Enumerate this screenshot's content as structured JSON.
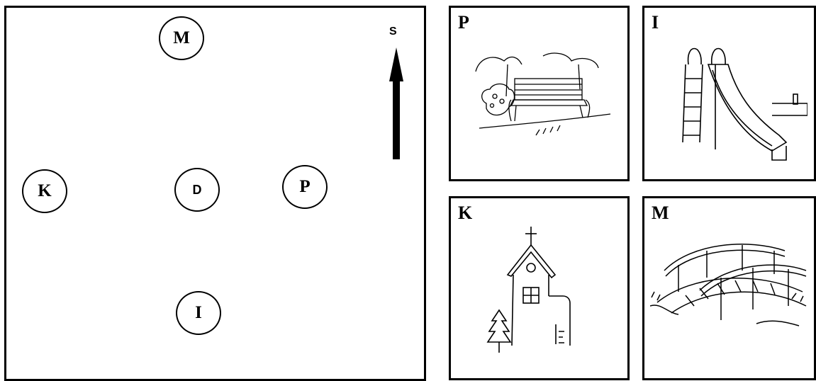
{
  "map": {
    "compass_label": "S",
    "nodes": [
      {
        "id": "M",
        "label": "M"
      },
      {
        "id": "K",
        "label": "K"
      },
      {
        "id": "D",
        "label": "D"
      },
      {
        "id": "P",
        "label": "P"
      },
      {
        "id": "I",
        "label": "I"
      }
    ]
  },
  "cards": [
    {
      "letter": "P",
      "picture": "park-bench-icon"
    },
    {
      "letter": "I",
      "picture": "slide-icon"
    },
    {
      "letter": "K",
      "picture": "church-icon"
    },
    {
      "letter": "M",
      "picture": "bridge-icon"
    }
  ]
}
